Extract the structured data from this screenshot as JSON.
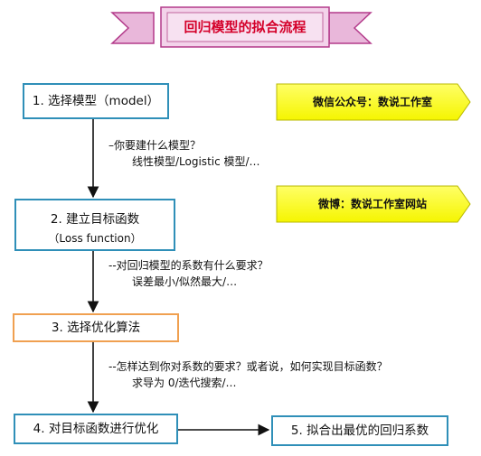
{
  "title": "回归模型的拟合流程",
  "steps": {
    "s1": {
      "label": "1. 选择模型（model）"
    },
    "s2": {
      "label": "2. 建立目标函数",
      "sub": "（Loss function）"
    },
    "s3": {
      "label": "3. 选择优化算法"
    },
    "s4": {
      "label": "4. 对目标函数进行优化"
    },
    "s5": {
      "label": "5. 拟合出最优的回归系数"
    }
  },
  "notes": {
    "n1": {
      "line1": "–你要建什么模型？",
      "line2": "线性模型/Logistic 模型/…"
    },
    "n2": {
      "line1": "--对回归模型的系数有什么要求？",
      "line2": "误差最小/似然最大/…"
    },
    "n3": {
      "line1": "--怎样达到你对系数的要求？或者说，如何实现目标函数？",
      "line2": "求导为 0/迭代搜索/…"
    }
  },
  "callouts": {
    "c1": "微信公众号：数说工作室",
    "c2": "微博：数说工作室网站"
  },
  "colors": {
    "title_fill": "#f3d3ea",
    "title_border": "#b33a8a",
    "title_text": "#d4002a",
    "box_border_blue": "#2f8fb8",
    "box_border_orange": "#f0a050",
    "callout_fill": "#ffff00",
    "arrow": "#111111"
  }
}
